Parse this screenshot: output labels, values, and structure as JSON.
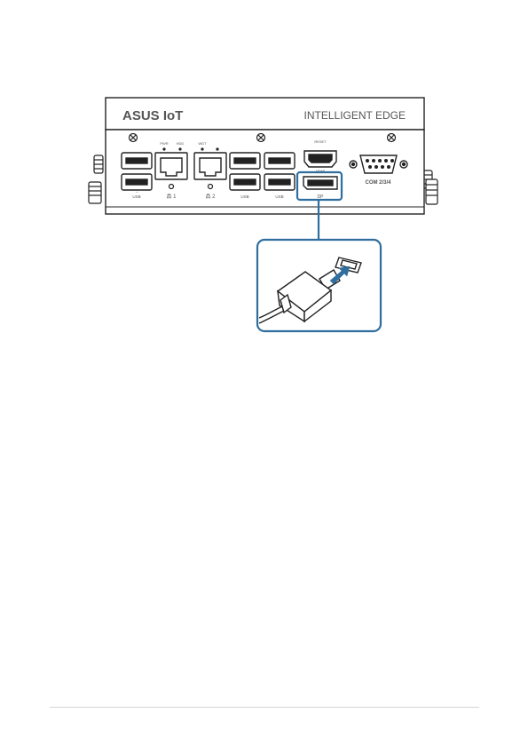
{
  "device": {
    "logo_text": "ASUS IoT",
    "tagline": "INTELLIGENT EDGE",
    "led_labels": [
      "PWR",
      "HDD",
      "WDT"
    ],
    "port_labels": {
      "usb_left": "USB",
      "usb_left_speed": "↔",
      "lan1": "品 1",
      "lan2": "品 2",
      "usb_mid": "USB",
      "usb_right": "USB",
      "reset": "RESET",
      "hdmi": "HDMI",
      "dp": "DP",
      "com": "COM 2/3/4"
    }
  },
  "colors": {
    "highlight": "#2f6e9e",
    "outline": "#222222",
    "label": "#555555",
    "cable_body": "#ffffff"
  },
  "icons": {
    "usb_port": "usb-port-icon",
    "lan_port": "lan-port-icon",
    "hdmi_port": "hdmi-port-icon",
    "dp_port": "displayport-icon",
    "com_port": "serial-port-icon",
    "screw": "screw-icon"
  }
}
